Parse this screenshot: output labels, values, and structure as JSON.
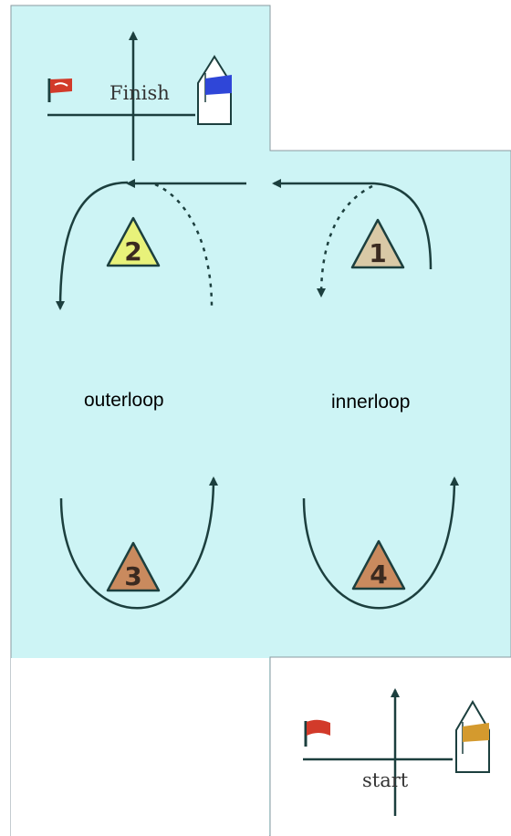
{
  "colors": {
    "water": "#cdf4f5",
    "water_border": "#8a9aa0",
    "line": "#1c3f3e",
    "mark_1": "#d9c9a6",
    "mark_2": "#e8f27a",
    "mark_3": "#c98a5e",
    "mark_4": "#c98a5e",
    "finish_flag": "#d23a2a",
    "finish_boat_flag": "#2f46d8",
    "start_flag": "#d23a2a",
    "start_boat_flag": "#d49a2e"
  },
  "finish": {
    "label": "Finish",
    "flag_icon": "flag-icon",
    "boat_icon": "committee-boat-icon"
  },
  "start": {
    "label": "start",
    "flag_icon": "flag-icon",
    "boat_icon": "committee-boat-icon"
  },
  "marks": [
    {
      "number": "1"
    },
    {
      "number": "2"
    },
    {
      "number": "3"
    },
    {
      "number": "4"
    }
  ],
  "loops": {
    "outer_label": "outerloop",
    "inner_label": "innerloop"
  }
}
